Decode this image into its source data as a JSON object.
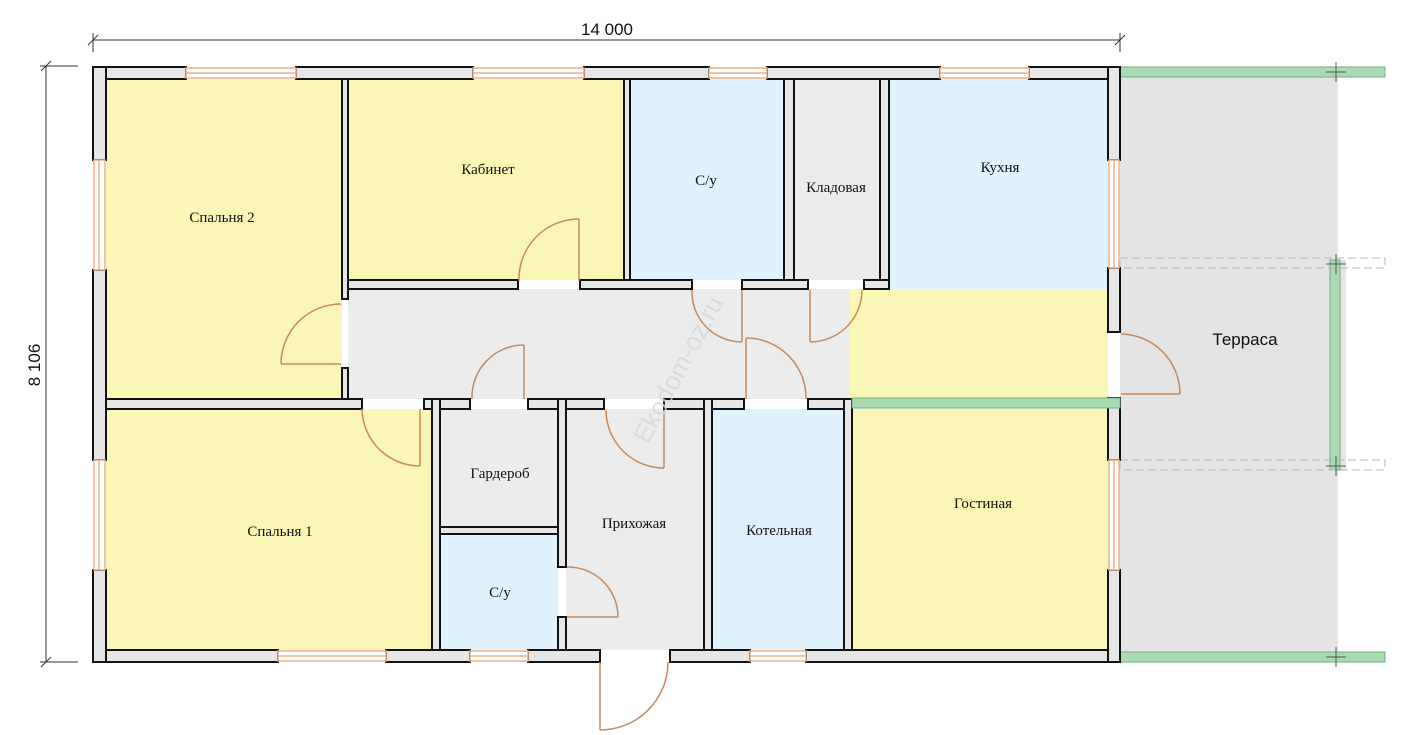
{
  "dimensions": {
    "width": "14 000",
    "height": "8 106"
  },
  "rooms": {
    "bedroom2": "Спальня 2",
    "office": "Кабинет",
    "bath_top": "С/у",
    "pantry": "Кладовая",
    "kitchen": "Кухня",
    "terrace": "Терраса",
    "wardrobe": "Гардероб",
    "hall": "Прихожая",
    "boiler": "Котельная",
    "living": "Гостиная",
    "bedroom1": "Спальня 1",
    "bath_bottom": "С/у"
  },
  "watermark": "Ekodom-oz.ru",
  "colors": {
    "yellow_room": "#faf7b6",
    "blue_room": "#dff2fd",
    "grey_room": "#ececec",
    "terrace": "#e4e4e4",
    "terrace_rail": "#a9dbb2",
    "wall": "#111111",
    "wall_fill": "#e6e6e6",
    "door": "#c8895a",
    "window": "#e8b48a"
  }
}
